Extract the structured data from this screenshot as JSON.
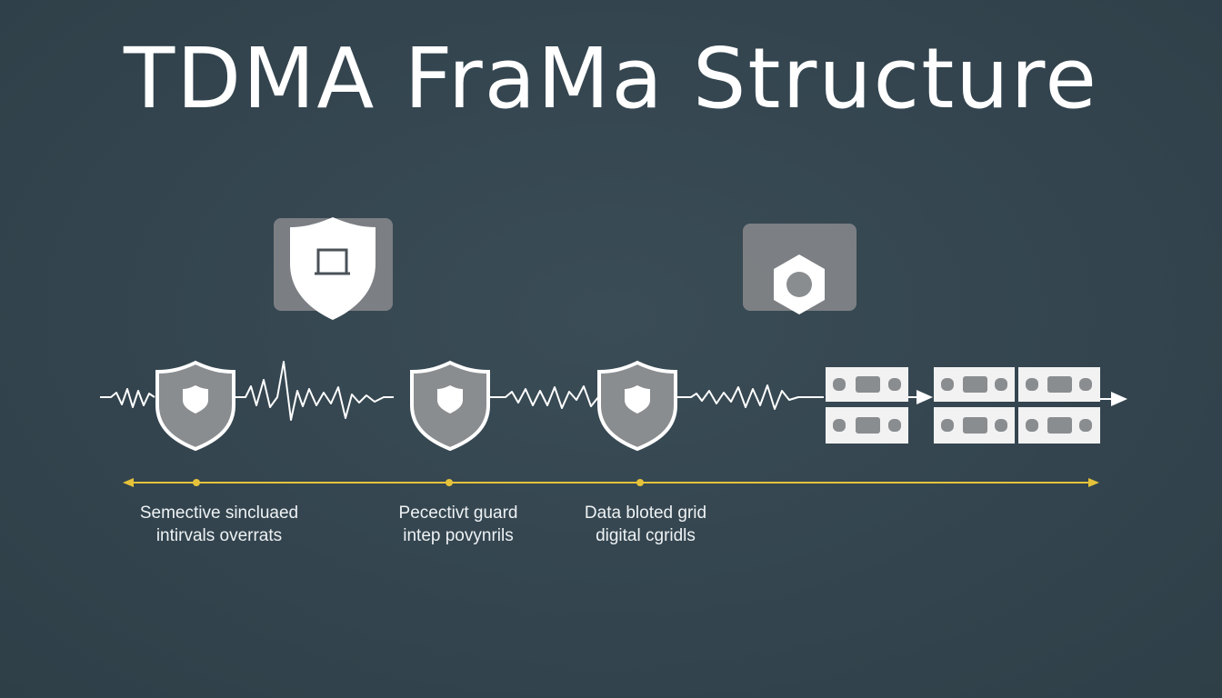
{
  "title": "TDMA FraMa Structure",
  "colors": {
    "background": "#34454f",
    "foreground": "#ffffff",
    "icon_fill": "#8a8d90",
    "panel_fill": "#7f8386",
    "timeline": "#e5c23a"
  },
  "icons": {
    "top_left": "shield-document-icon",
    "top_right": "hexagon-nut-icon",
    "timeline_markers": [
      "shield-icon",
      "shield-icon",
      "shield-icon"
    ],
    "data_blocks": "data-slot-block-icon"
  },
  "captions": [
    {
      "line1": "Semective sincluaed",
      "line2": "intirvals overrats"
    },
    {
      "line1": "Pecectivt guard",
      "line2": "intep povynrils"
    },
    {
      "line1": "Data bloted grid",
      "line2": "digital cgridls"
    }
  ]
}
